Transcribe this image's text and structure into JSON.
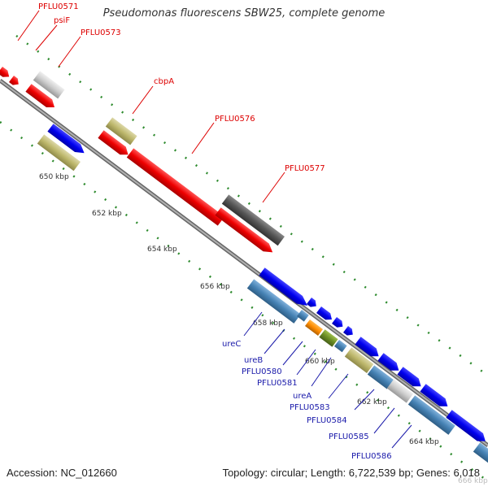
{
  "title": "Pseudomonas fluorescens SBW25, complete genome",
  "footer": {
    "accession": "Accession: NC_012660",
    "topology": "Topology: circular; Length: 6,722,539 bp; Genes: 6,018"
  },
  "colors": {
    "forward_label": "#dd0000",
    "reverse_label": "#1a1aaa",
    "tick": "#2e8b2e",
    "backbone": "#888888"
  },
  "kbp_ticks": [
    {
      "label": "650 kbp"
    },
    {
      "label": "652 kbp"
    },
    {
      "label": "654 kbp"
    },
    {
      "label": "656 kbp"
    },
    {
      "label": "658 kbp"
    },
    {
      "label": "660 kbp"
    },
    {
      "label": "662 kbp"
    },
    {
      "label": "664 kbp"
    },
    {
      "label": "666 kbp"
    }
  ],
  "gene_labels_forward": [
    {
      "label": "PFLU0571"
    },
    {
      "label": "psiF"
    },
    {
      "label": "PFLU0573"
    },
    {
      "label": "cbpA"
    },
    {
      "label": "PFLU0576"
    },
    {
      "label": "PFLU0577"
    }
  ],
  "gene_labels_reverse": [
    {
      "label": "ureC"
    },
    {
      "label": "ureB"
    },
    {
      "label": "PFLU0580"
    },
    {
      "label": "PFLU0581"
    },
    {
      "label": "ureA"
    },
    {
      "label": "PFLU0583"
    },
    {
      "label": "PFLU0584"
    },
    {
      "label": "PFLU0585"
    },
    {
      "label": "PFLU0586"
    }
  ]
}
